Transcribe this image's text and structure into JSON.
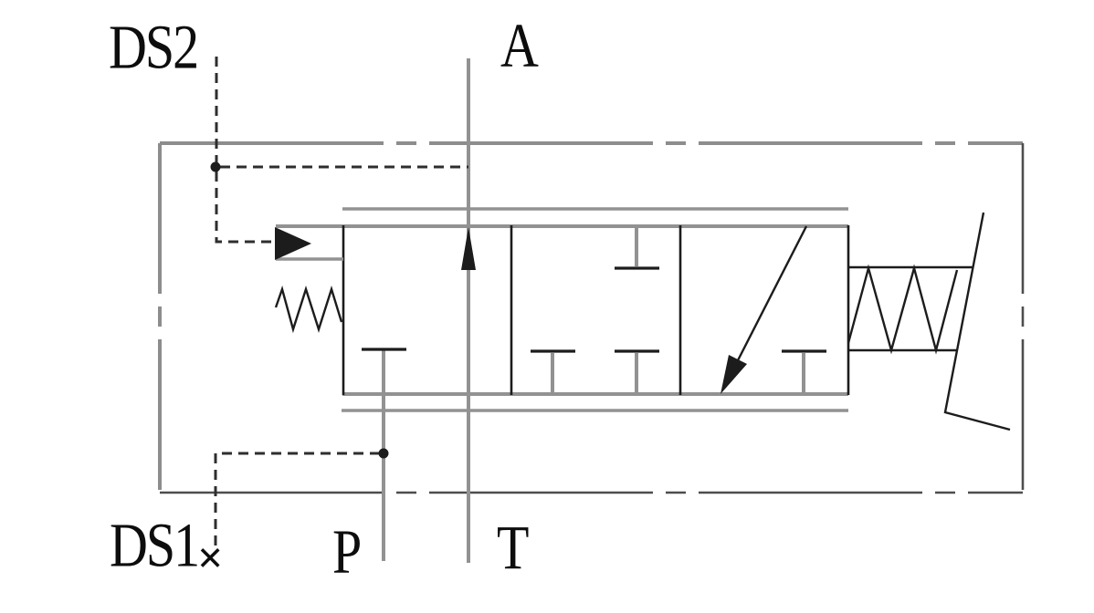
{
  "diagram": {
    "kind": "hydraulic directional control valve schematic",
    "labels": {
      "ds2": "DS2",
      "port_a": "A",
      "ds1": "DS1",
      "port_p": "P",
      "port_t": "T",
      "plug": "×"
    },
    "colors": {
      "background": "#ffffff",
      "line_gray": "#929292",
      "line_dark": "#1c1c1c",
      "line_dash": "#2e2e2e",
      "enclosure_gray": "#8d8d8d",
      "enclosure_dark": "#4d4d4d",
      "label_color": "#0d0d0d"
    }
  }
}
